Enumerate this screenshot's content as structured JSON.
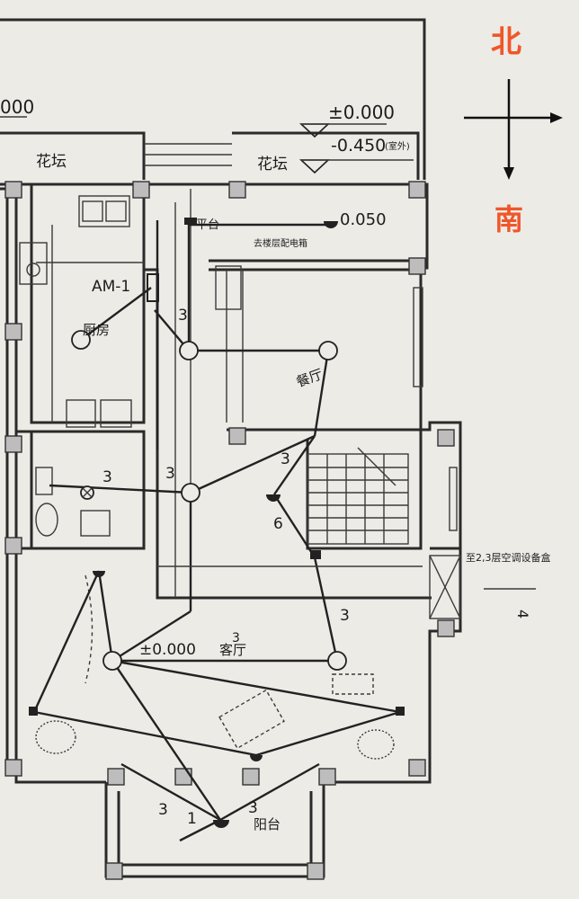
{
  "compass": {
    "north": "北",
    "south": "南",
    "color": "#f0562a"
  },
  "elevations": {
    "left_cut": "000",
    "top_level": "±0.000",
    "garden_level": "-0.450",
    "garden_level_note": "(室外)",
    "terrace_level": "0.050",
    "living_level": "±0.000"
  },
  "rooms": {
    "planter_left": "花坛",
    "planter_right": "花坛",
    "terrace": "平台",
    "kitchen": "厨房",
    "dining": "餐厅",
    "living": "客厅",
    "balcony": "阳台"
  },
  "equipment": {
    "panel": "AM-1",
    "terrace_note": "去楼层配电箱",
    "stair_note": "至2,3层空调设备盒"
  },
  "wire_counts": {
    "kitchen_riser": "3",
    "bath_a": "3",
    "bath_b": "3",
    "stair_a": "3",
    "stair_b": "6",
    "living_right": "3",
    "living_mid": "3",
    "balcony_left": "3",
    "balcony_mid": "1",
    "balcony_right": "3"
  },
  "dimension_mark": "4"
}
